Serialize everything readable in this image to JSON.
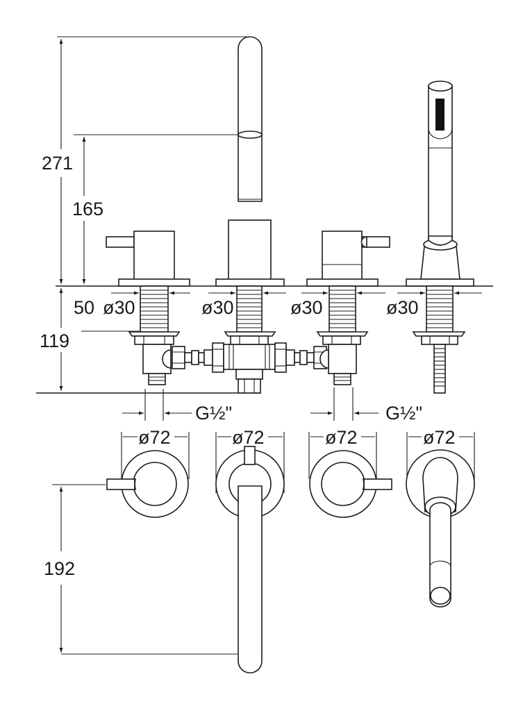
{
  "drawing": {
    "title": "Four-hole deck-mounted bath mixer with hand shower — dimensional drawing",
    "units": "mm",
    "line_color": "#1a1a1a",
    "background": "#ffffff"
  },
  "dimensions": {
    "total_height": "271",
    "spout_height": "165",
    "deck_thickness": "50",
    "below_deck_depth": "119",
    "spout_reach": "192",
    "pipe_diameter_1": "ø30",
    "pipe_diameter_2": "ø30",
    "pipe_diameter_3": "ø30",
    "pipe_diameter_4": "ø30",
    "thread_left": "G½\"",
    "thread_right": "G½\"",
    "rosette_1": "ø72",
    "rosette_2": "ø72",
    "rosette_3": "ø72",
    "rosette_4": "ø72"
  },
  "components": {
    "side_view": [
      "left-mixer-handle",
      "spout",
      "right-mixer-handle",
      "hand-shower"
    ],
    "top_view": [
      "left-handle-rosette",
      "spout-rosette",
      "right-handle-rosette",
      "hand-shower-rosette"
    ]
  }
}
